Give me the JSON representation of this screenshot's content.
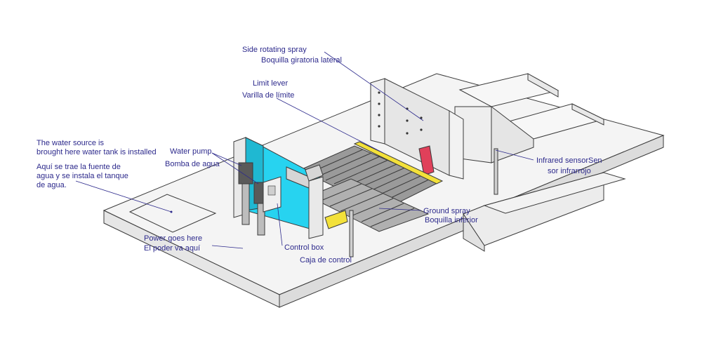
{
  "colors": {
    "label": "#2d2a8c",
    "cyan_panel": "#27d3f0",
    "yellow_rail": "#f3e13a",
    "red_lever": "#e0405a",
    "steel": "#d9d9d9"
  },
  "labels": {
    "side_spray_en": "Side rotating spray",
    "side_spray_es": "Boquilla giratoria lateral",
    "limit_lever_en": "Limit lever",
    "limit_lever_es": "Varilla de límite",
    "water_source_en_1": "The water source is",
    "water_source_en_2": "brought here water tank is installed",
    "water_source_es_1": "Aquí se trae la fuente de",
    "water_source_es_2": "agua y se instala el tanque",
    "water_source_es_3": "de agua.",
    "water_pump_en": "Water pump",
    "water_pump_es": "Bomba de agua",
    "infrared_1": "Infrared sensorSen",
    "infrared_2": "sor infrarrojo",
    "ground_spray_en": "Ground spray",
    "ground_spray_es": "Boquilla inferior",
    "power_en": "Power goes here",
    "power_es": "El poder va aquí",
    "control_box_en": "Control box",
    "control_box_es": "Caja de control"
  }
}
